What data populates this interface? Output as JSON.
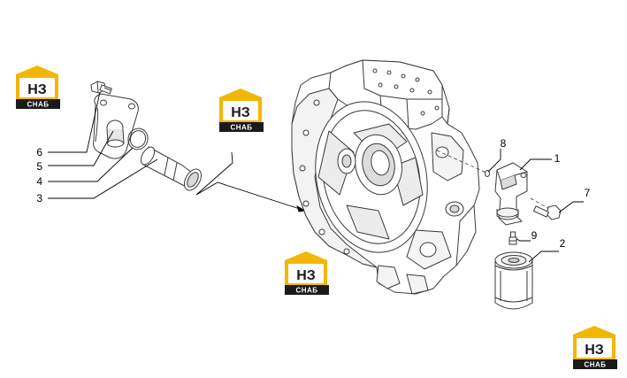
{
  "colors": {
    "logo_yellow": "#f2b705",
    "logo_dark": "#1a1a1a",
    "line": "#000000",
    "outline": "#3a3a3a",
    "shade": "#d8d8d8"
  },
  "logos": [
    {
      "top": "НЗ",
      "bottom": "СНАБ"
    },
    {
      "top": "НЗ",
      "bottom": "СНАБ"
    },
    {
      "top": "НЗ",
      "bottom": "СНАБ"
    },
    {
      "top": "НЗ",
      "bottom": "СНАБ"
    }
  ],
  "callouts": [
    "6",
    "5",
    "4",
    "3",
    "8",
    "1",
    "7",
    "9",
    "2"
  ]
}
